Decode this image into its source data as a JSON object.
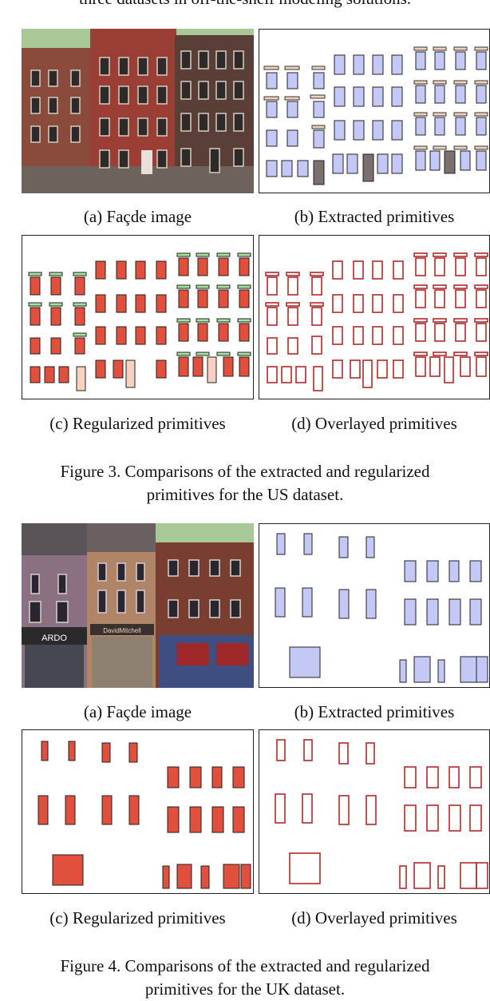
{
  "intro_text": "three datasets in off-the-shelf modeling solutions.",
  "figure3": {
    "panels": [
      {
        "label": "(a) Façde image"
      },
      {
        "label": "(b) Extracted primitives"
      },
      {
        "label": "(c) Regularized primitives"
      },
      {
        "label": "(d) Overlayed primitives"
      }
    ],
    "caption_line1": "Figure 3. Comparisons of the extracted and regularized",
    "caption_line2": "primitives for the US dataset."
  },
  "figure4": {
    "panels": [
      {
        "label": "(a) Façde image"
      },
      {
        "label": "(b) Extracted primitives"
      },
      {
        "label": "(c) Regularized primitives"
      },
      {
        "label": "(d) Overlayed primitives"
      }
    ],
    "caption_line1": "Figure 4. Comparisons of the extracted and regularized",
    "caption_line2": "primitives for the UK dataset.",
    "shop_signs": [
      "ARDO",
      "DavidMitchell"
    ]
  },
  "colors": {
    "extracted_fill": "#c3c8f4",
    "regularized_fill": "#e0503c",
    "overlay_stroke": "#b02a2a",
    "sill_green": "#a8e0a0",
    "door_gray": "#7a7070"
  }
}
